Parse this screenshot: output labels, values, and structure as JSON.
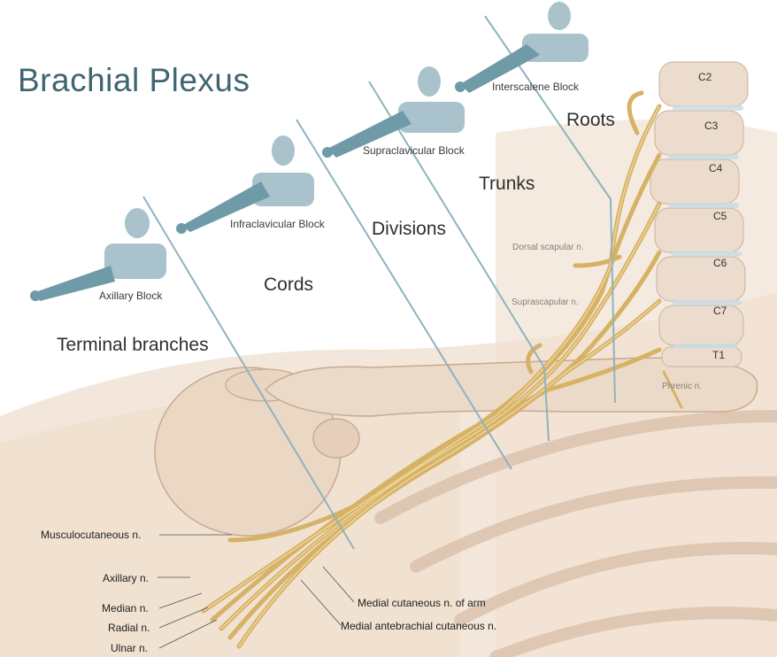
{
  "title": "Brachial Plexus",
  "regions": {
    "roots": "Roots",
    "trunks": "Trunks",
    "divisions": "Divisions",
    "cords": "Cords",
    "terminal": "Terminal branches"
  },
  "blocks": {
    "interscalene": "Interscalene Block",
    "supraclavicular": "Supraclavicular Block",
    "infraclavicular": "Infraclavicular Block",
    "axillary": "Axillary Block"
  },
  "vertebrae": [
    "C2",
    "C3",
    "C4",
    "C5",
    "C6",
    "C7",
    "T1"
  ],
  "nerve_labels": {
    "dorsal_scapular": "Dorsal scapular n.",
    "suprascapular": "Suprascapular n.",
    "phrenic": "Phrenic n."
  },
  "branches": {
    "musculocutaneous": "Musculocutaneous n.",
    "axillary": "Axillary n.",
    "median": "Median n.",
    "radial": "Radial n.",
    "ulnar": "Ulnar n.",
    "medial_cutaneous_arm": "Medial cutaneous n. of arm",
    "medial_antebrachial": "Medial antebrachial cutaneous n."
  },
  "colors": {
    "title": "#3f6670",
    "silhouette": "#a9c2cc",
    "arm": "#6f9aa8",
    "divider": "#8fb3bf",
    "nerve": "#d9b56b",
    "bone": "#ead8c6",
    "skin": "#f1e2d4"
  }
}
